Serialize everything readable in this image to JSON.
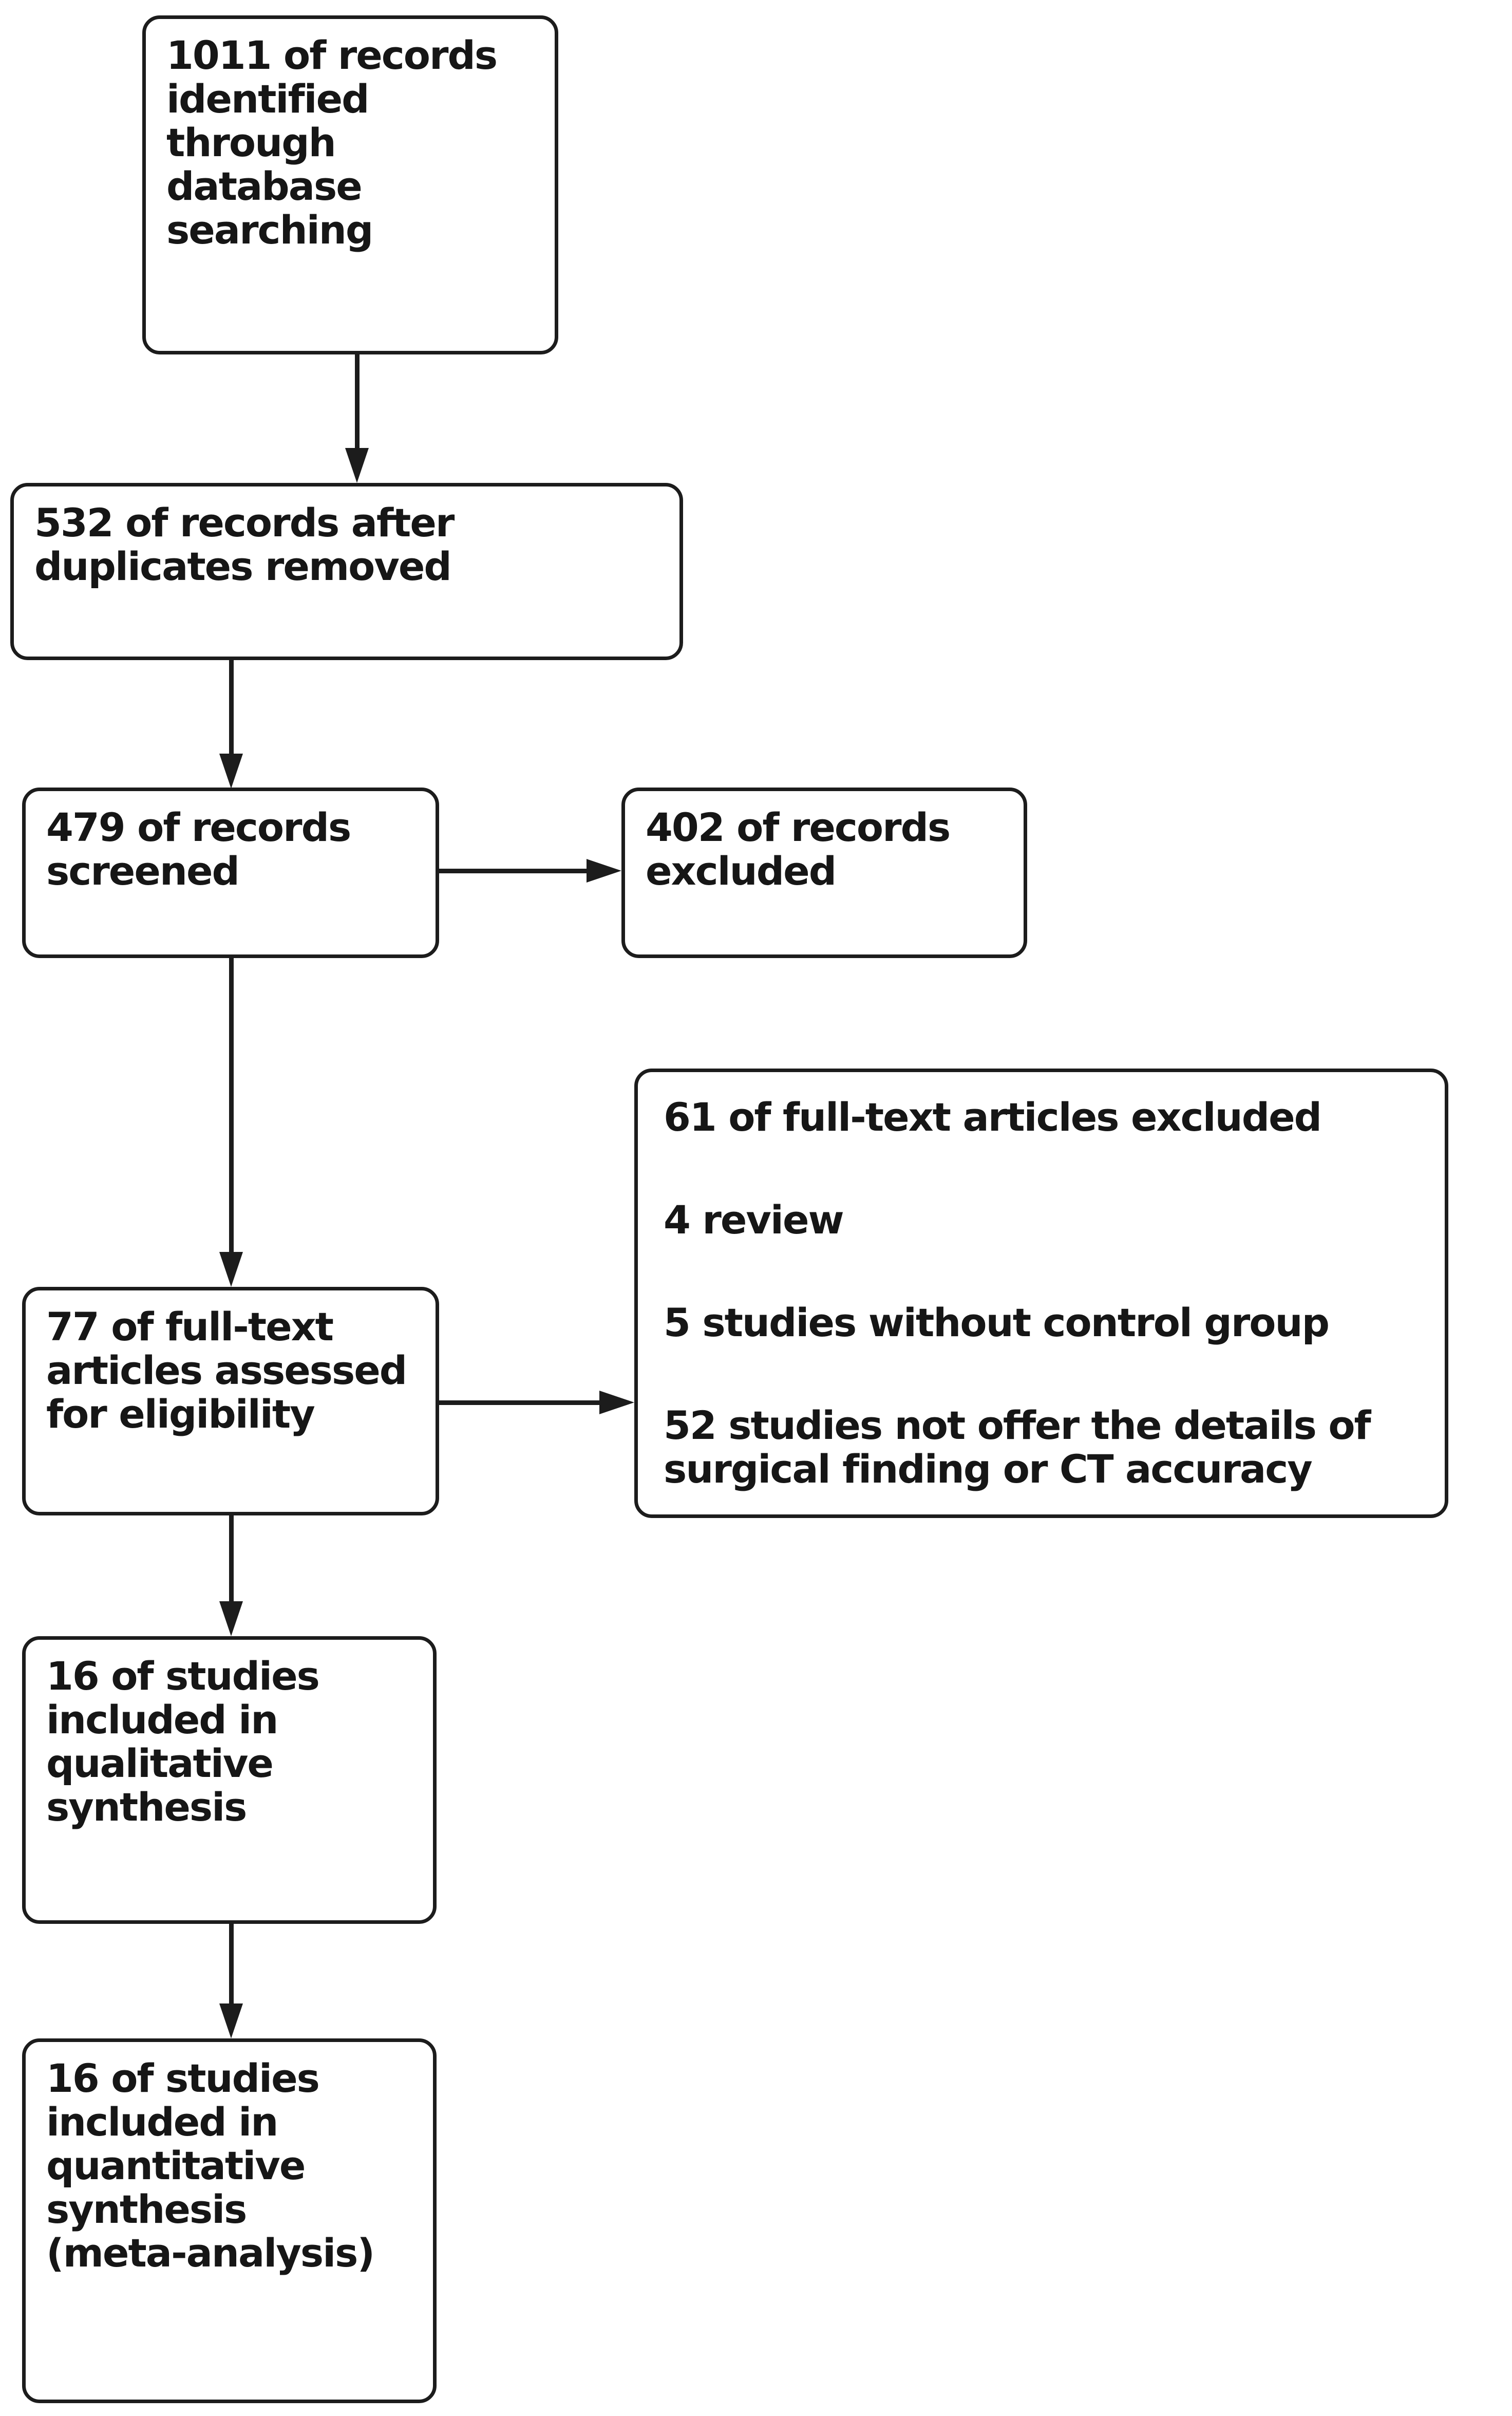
{
  "flow": {
    "diagram_type": "study-selection-flowchart",
    "colors": {
      "line": "#1c1c1c",
      "box_background": "#ffffff",
      "page_background": "#ffffff",
      "text": "#161616"
    },
    "nodes": {
      "identified": {
        "label": "1011 of records\nidentified\nthrough\ndatabase\nsearching"
      },
      "deduplicated": {
        "label": "532 of records after\nduplicates removed"
      },
      "screened": {
        "label": "479 of records\nscreened"
      },
      "records_excluded": {
        "label": "402 of records\nexcluded"
      },
      "fulltext_assessed": {
        "label": "77 of full-text\narticles assessed\nfor eligibility"
      },
      "fulltext_excluded": {
        "items": [
          "61 of full-text articles excluded",
          "4 review",
          "5 studies without control group",
          "52 studies not offer the details of\nsurgical finding or CT accuracy"
        ]
      },
      "qualitative": {
        "label": "16 of studies\nincluded in\nqualitative\nsynthesis"
      },
      "quantitative": {
        "label": "16 of studies\nincluded in\nquantitative\nsynthesis\n(meta-analysis)"
      }
    }
  }
}
